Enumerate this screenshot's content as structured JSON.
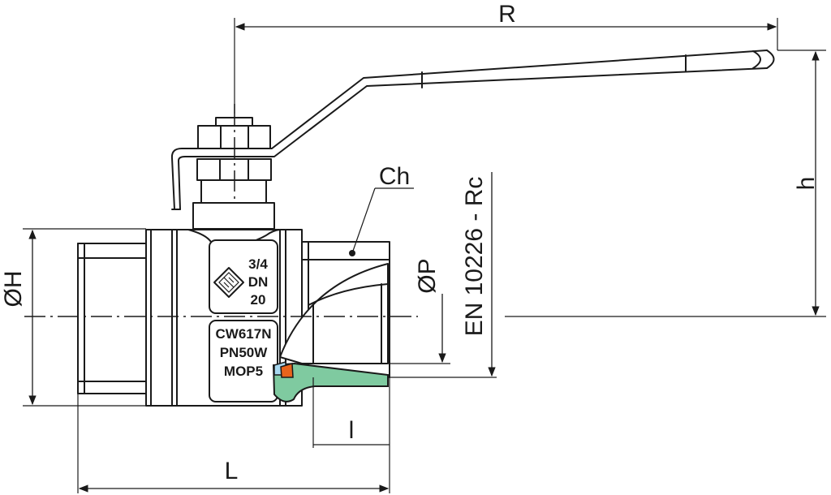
{
  "dimensions": {
    "R": "R",
    "h": "h",
    "diameter_H": "ØH",
    "diameter_P": "ØP",
    "L": "L",
    "l": "l",
    "Ch": "Ch",
    "thread_standard": "EN 10226 - Rc"
  },
  "body_markings": {
    "size_fraction": "3/4",
    "dn": "DN",
    "dn_value": "20",
    "material": "CW617N",
    "pressure": "PN50W",
    "mop": "MOP5"
  },
  "colors": {
    "line": "#1a1a1a",
    "seal_green": "#7fcaa0",
    "seat_orange": "#e8641c",
    "gasket_blue": "#a8d8f0"
  },
  "icons": {
    "logo": "certification-diamond-logo"
  }
}
